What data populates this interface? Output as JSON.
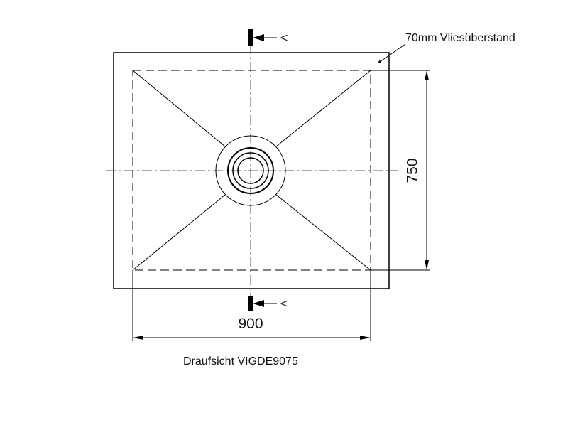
{
  "drawing": {
    "caption": "Draufsicht VIGDE9075",
    "annotation": "70mm Vliesüberstand",
    "dimensions": {
      "width_label": "900",
      "height_label": "750"
    },
    "section_marker": {
      "label": "A"
    },
    "colors": {
      "line": "#000000",
      "background": "#ffffff"
    }
  }
}
